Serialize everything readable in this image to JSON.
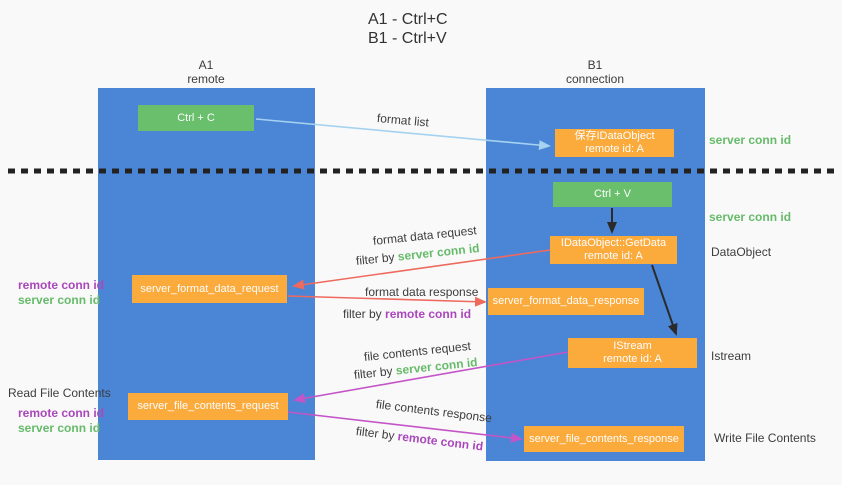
{
  "title": {
    "line1": "A1 - Ctrl+C",
    "line2": "B1 - Ctrl+V"
  },
  "columns": {
    "left": {
      "title": "A1",
      "subtitle": "remote"
    },
    "right": {
      "title": "B1",
      "subtitle": "connection"
    }
  },
  "nodes": {
    "ctrl_c": {
      "label": "Ctrl + C"
    },
    "save_idataobject": {
      "line1": "保存IDataObject",
      "line2": "remote id: A"
    },
    "ctrl_v": {
      "label": "Ctrl + V"
    },
    "getdata": {
      "line1": "IDataObject::GetData",
      "line2": "remote id: A"
    },
    "format_request": {
      "label": "server_format_data_request"
    },
    "format_response": {
      "label": "server_format_data_response"
    },
    "istream": {
      "line1": "IStream",
      "line2": "remote id: A"
    },
    "file_request": {
      "label": "server_file_contents_request"
    },
    "file_response": {
      "label": "server_file_contents_response"
    }
  },
  "labels": {
    "format_list": "format list",
    "format_data_request": "format data request",
    "format_data_response": "format data response",
    "file_contents_request": "file contents request",
    "file_contents_response": "file contents response",
    "filter_by": "filter by",
    "server_conn_id": "server conn id",
    "remote_conn_id": "remote conn id",
    "read_file_contents": "Read File Contents",
    "write_file_contents": "Write File Contents",
    "dataobject": "DataObject",
    "istream": "Istream"
  },
  "colors": {
    "column_blue": "#4a85d6",
    "node_green": "#6abf6c",
    "node_orange": "#fbaa3c",
    "arrow_light_blue": "#a5d2f0",
    "arrow_red": "#ee6a5f",
    "arrow_magenta": "#c455c8",
    "arrow_black": "#2b2b2b",
    "conn_id_green": "#66bb6a",
    "conn_id_purple": "#ab47bc"
  }
}
